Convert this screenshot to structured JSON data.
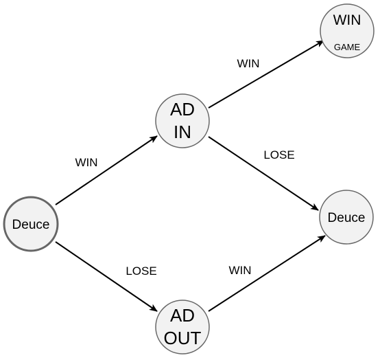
{
  "colors": {
    "node_fill": "#f2f2f2",
    "node_stroke": "#666666",
    "edge": "#000000",
    "text": "#000000"
  },
  "nodes": {
    "deuce_start": {
      "label": "Deuce"
    },
    "ad_in": {
      "line1": "AD",
      "line2": "IN"
    },
    "ad_out": {
      "line1": "AD",
      "line2": "OUT"
    },
    "win_game": {
      "line1": "WIN",
      "line2": "GAME"
    },
    "deuce_end": {
      "label": "Deuce"
    }
  },
  "edges": {
    "deuce_to_ad_in": {
      "label": "WIN"
    },
    "deuce_to_ad_out": {
      "label": "LOSE"
    },
    "ad_in_to_win_game": {
      "label": "WIN"
    },
    "ad_in_to_deuce": {
      "label": "LOSE"
    },
    "ad_out_to_deuce": {
      "label": "WIN"
    }
  }
}
